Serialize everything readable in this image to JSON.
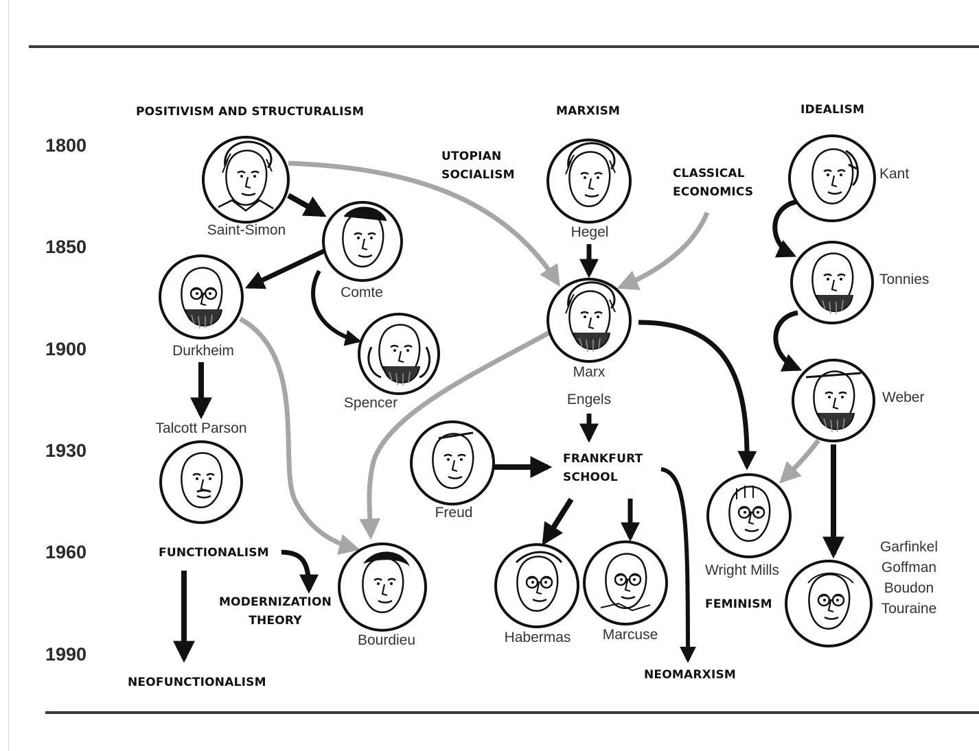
{
  "years": [
    "1800",
    "1850",
    "1900",
    "1930",
    "1960",
    "1990"
  ],
  "headings": {
    "positivism": "POSITIVISM AND STRUCTURALISM",
    "marxism": "MARXISM",
    "idealism": "IDEALISM",
    "utopian_1": "UTOPIAN",
    "utopian_2": "SOCIALISM",
    "classical_1": "CLASSICAL",
    "classical_2": "ECONOMICS",
    "frankfurt_1": "FRANKFURT",
    "frankfurt_2": "SCHOOL",
    "functionalism": "FUNCTIONALISM",
    "modernization_1": "MODERNIZATION",
    "modernization_2": "THEORY",
    "neofunctionalism": "NEOFUNCTIONALISM",
    "feminism": "FEMINISM",
    "neomarxism": "NEOMARXISM"
  },
  "thinkers": {
    "saint_simon": "Saint-Simon",
    "comte": "Comte",
    "durkheim": "Durkheim",
    "spencer": "Spencer",
    "talcott_parson": "Talcott Parson",
    "bourdieu": "Bourdieu",
    "hegel": "Hegel",
    "marx": "Marx",
    "engels": "Engels",
    "freud": "Freud",
    "habermas": "Habermas",
    "marcuse": "Marcuse",
    "kant": "Kant",
    "tonnies": "Tonnies",
    "weber": "Weber",
    "wright_mills": "Wright Mills",
    "garfinkel": "Garfinkel",
    "goffman": "Goffman",
    "boudon": "Boudon",
    "touraine": "Touraine"
  },
  "colors": {
    "line_black": "#111111",
    "line_gray": "#a6a6a6",
    "rule": "#3a3a3a"
  },
  "portrait_icons": [
    "saint-simon",
    "comte",
    "durkheim",
    "spencer",
    "talcott-parson",
    "bourdieu",
    "hegel",
    "marx",
    "freud",
    "habermas",
    "marcuse",
    "kant",
    "tonnies",
    "weber",
    "wright-mills",
    "garfinkel-group"
  ]
}
